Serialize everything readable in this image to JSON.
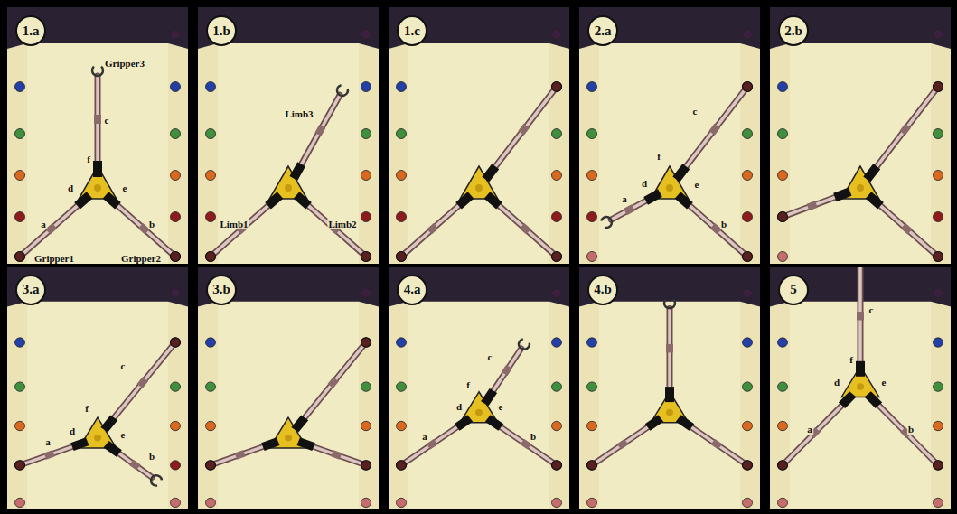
{
  "diagram": {
    "nodes": [
      {
        "text": [
          "1.a"
        ]
      },
      {
        "text": [
          "1.b"
        ]
      },
      {
        "text": [
          "1.c"
        ]
      },
      {
        "text": [
          "2.a"
        ]
      },
      {
        "text": [
          "2.b"
        ]
      },
      {
        "text": [
          "3.a"
        ]
      },
      {
        "text": [
          "3.b"
        ]
      },
      {
        "text": [
          "4.a"
        ]
      },
      {
        "text": [
          "4.b"
        ]
      },
      {
        "text": [
          "5"
        ]
      }
    ],
    "labels": [
      "Gripper3",
      "c",
      "f",
      "d",
      "e",
      "a",
      "b",
      "Gripper1",
      "Gripper2",
      "Limb3",
      "Limb1",
      "Limb2",
      "c",
      "f",
      "d",
      "e",
      "a",
      "b",
      "c",
      "f",
      "d",
      "a",
      "e",
      "b",
      "c",
      "f",
      "a",
      "d",
      "e",
      "b",
      "c",
      "f",
      "d",
      "e",
      "a",
      "b"
    ]
  }
}
